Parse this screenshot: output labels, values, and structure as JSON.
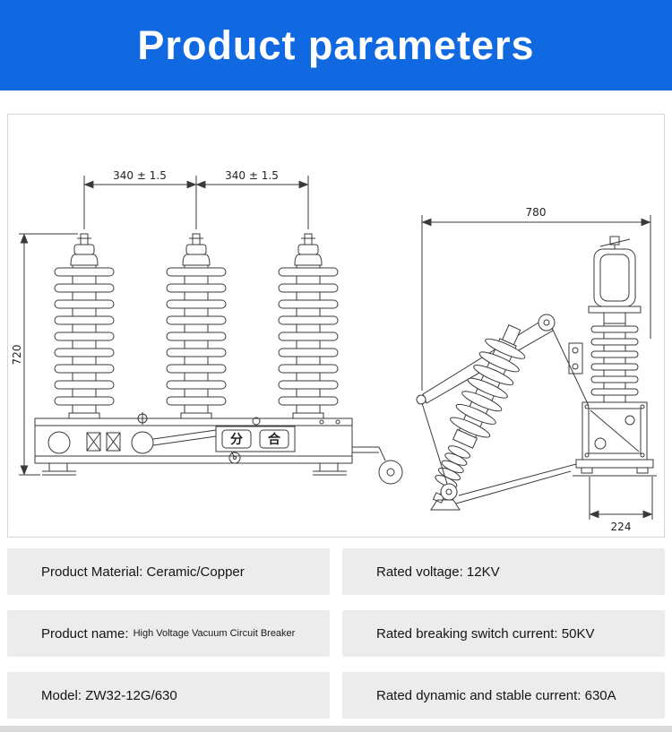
{
  "header": {
    "title": "Product parameters"
  },
  "colors": {
    "accent": "#1169e2",
    "cell_gray": "#ececec",
    "line_color": "#3a3a3a"
  },
  "drawing": {
    "front_view": {
      "dim_span_left": "340 ± 1.5",
      "dim_span_right": "340 ± 1.5",
      "dim_height": "720",
      "indicator_open_char": "分",
      "indicator_close_char": "合"
    },
    "side_view": {
      "dim_width": "780",
      "dim_depth": "224"
    }
  },
  "specs": {
    "rows": [
      {
        "left": {
          "text": "Product Material: Ceramic/Copper"
        },
        "right": {
          "text": "Rated voltage: 12KV"
        }
      },
      {
        "left": {
          "text": "Product name:",
          "subtext": "High Voltage Vacuum Circuit Breaker"
        },
        "right": {
          "text": "Rated breaking switch current: 50KV"
        }
      },
      {
        "left": {
          "text": "Model: ZW32-12G/630"
        },
        "right": {
          "text": "Rated dynamic and stable current: 630A"
        }
      }
    ]
  }
}
